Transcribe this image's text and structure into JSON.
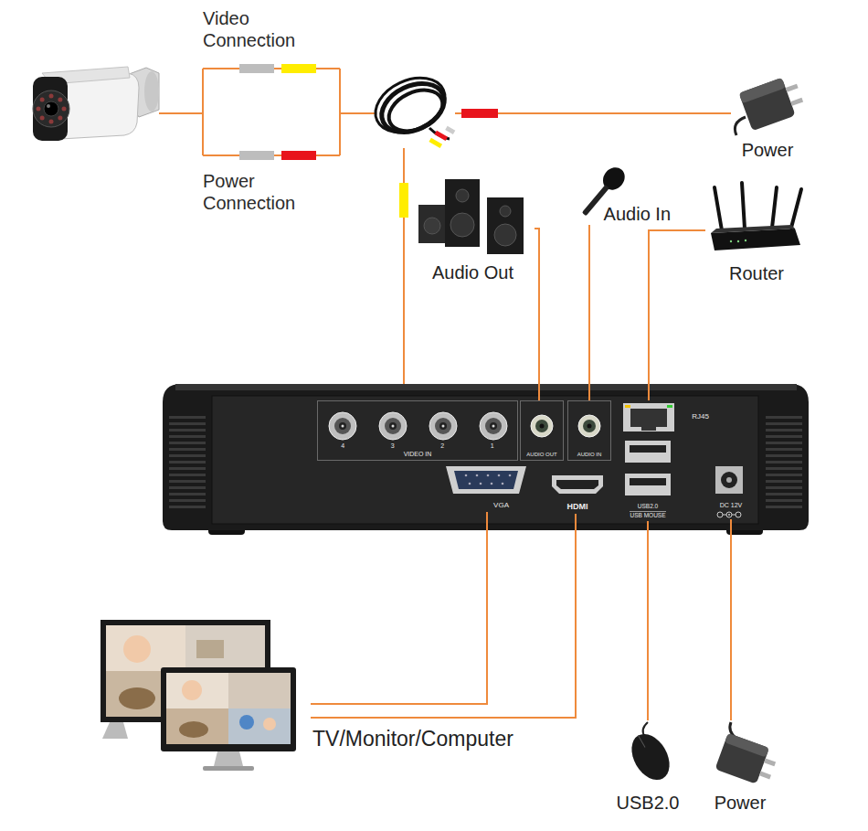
{
  "diagram": {
    "nodes": [
      {
        "text": [
          "Power"
        ]
      },
      {
        "text": [
          "Audio In"
        ]
      },
      {
        "text": [
          "Audio Out"
        ]
      },
      {
        "text": [
          "Router"
        ]
      },
      {
        "text": [
          "4",
          "3",
          "2",
          "1",
          "VIDEO IN"
        ]
      },
      {
        "text": [
          "AUDIO OUT"
        ]
      },
      {
        "text": [
          "AUDIO IN"
        ]
      },
      {
        "text": [
          "RJ45"
        ]
      },
      {
        "text": [
          "VGA"
        ]
      },
      {
        "text": [
          "HDMI"
        ]
      },
      {
        "text": [
          "USB2.0",
          "USB MOUSE"
        ]
      },
      {
        "text": [
          "DC 12V"
        ]
      },
      {
        "text": [
          "TV/Monitor/Computer"
        ]
      },
      {
        "text": [
          "USB2.0"
        ]
      },
      {
        "text": [
          "Power"
        ]
      }
    ],
    "edges": [
      {
        "from": 2,
        "to": 5,
        "arrow": "none"
      },
      {
        "from": 1,
        "to": 6,
        "arrow": "none"
      },
      {
        "from": 3,
        "to": 7,
        "arrow": "none"
      },
      {
        "from": 8,
        "to": 12,
        "arrow": "none"
      },
      {
        "from": 9,
        "to": 12,
        "arrow": "none"
      },
      {
        "from": 10,
        "to": 13,
        "arrow": "none"
      },
      {
        "from": 11,
        "to": 14,
        "arrow": "none"
      }
    ],
    "labels": [
      "Video Connection",
      "Power Connection"
    ]
  }
}
